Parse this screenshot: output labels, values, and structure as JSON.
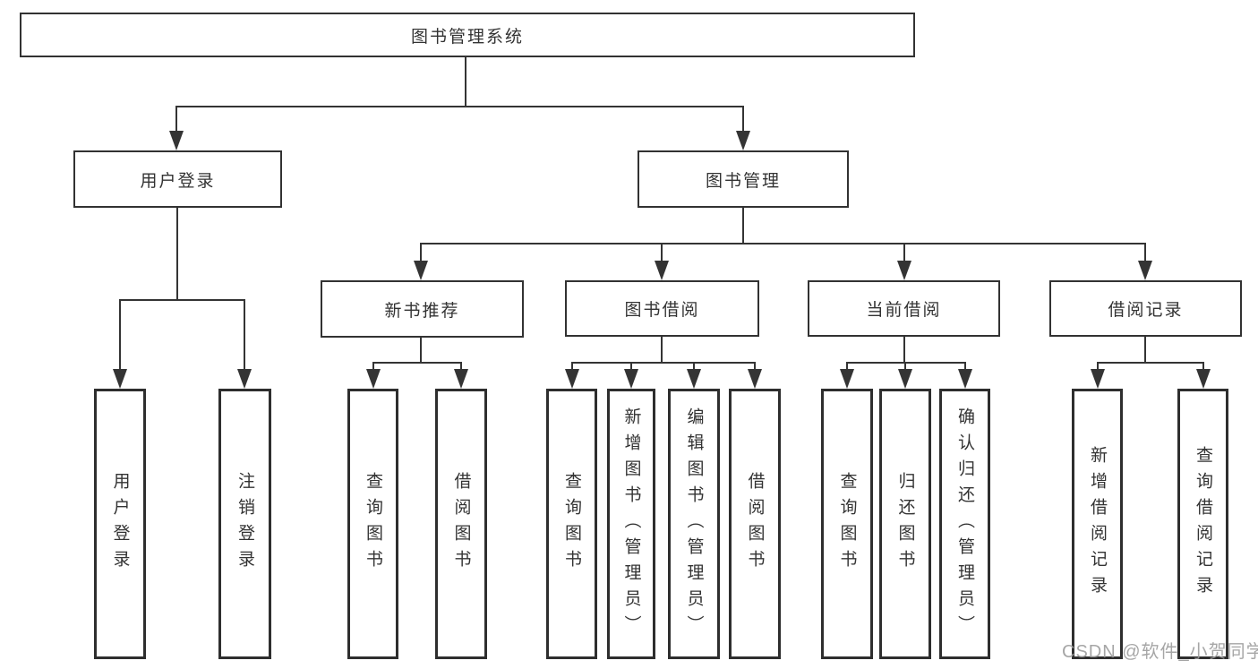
{
  "diagram_title": "图书管理系统",
  "tree": {
    "root": {
      "label": "图书管理系统"
    },
    "branches": [
      {
        "label": "用户登录",
        "children": [
          {
            "label": "用户登录"
          },
          {
            "label": "注销登录"
          }
        ]
      },
      {
        "label": "图书管理",
        "children": [
          {
            "label": "新书推荐",
            "children": [
              {
                "label": "查询图书"
              },
              {
                "label": "借阅图书"
              }
            ]
          },
          {
            "label": "图书借阅",
            "children": [
              {
                "label": "查询图书"
              },
              {
                "label": "新增图书（管理员）"
              },
              {
                "label": "编辑图书（管理员）"
              },
              {
                "label": "借阅图书"
              }
            ]
          },
          {
            "label": "当前借阅",
            "children": [
              {
                "label": "查询图书"
              },
              {
                "label": "归还图书"
              },
              {
                "label": "确认归还（管理员）"
              }
            ]
          },
          {
            "label": "借阅记录",
            "children": [
              {
                "label": "新增借阅记录"
              },
              {
                "label": "查询借阅记录"
              }
            ]
          }
        ]
      }
    ]
  },
  "watermark": {
    "text": "CSDN @软件_小贺同学",
    "color": "#9d9d9d"
  },
  "colors": {
    "line": "#343434",
    "box_border": "#2e2e2e",
    "text": "#333333",
    "background": "#ffffff"
  }
}
